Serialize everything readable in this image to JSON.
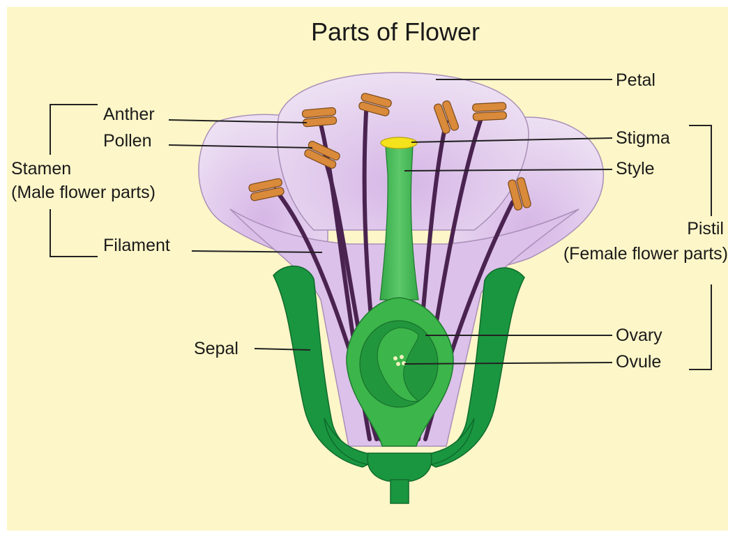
{
  "title": "Parts of Flower",
  "labels": {
    "petal": "Petal",
    "anther": "Anther",
    "pollen": "Pollen",
    "stamen": "Stamen",
    "male_parts": "(Male flower parts)",
    "filament": "Filament",
    "stigma": "Stigma",
    "style": "Style",
    "pistil": "Pistil",
    "female_parts": "(Female flower parts)",
    "ovary": "Ovary",
    "ovule": "Ovule",
    "sepal": "Sepal"
  },
  "colors": {
    "background": "#fdf6c8",
    "petal": "#e4cff0",
    "petal_edge": "#a98fb8",
    "sepal": "#1a9640",
    "pistil": "#3cb54a",
    "ovary_inner": "#22963c",
    "stigma": "#f4e21c",
    "filament": "#4a2350",
    "anther": "#d98a3a"
  }
}
